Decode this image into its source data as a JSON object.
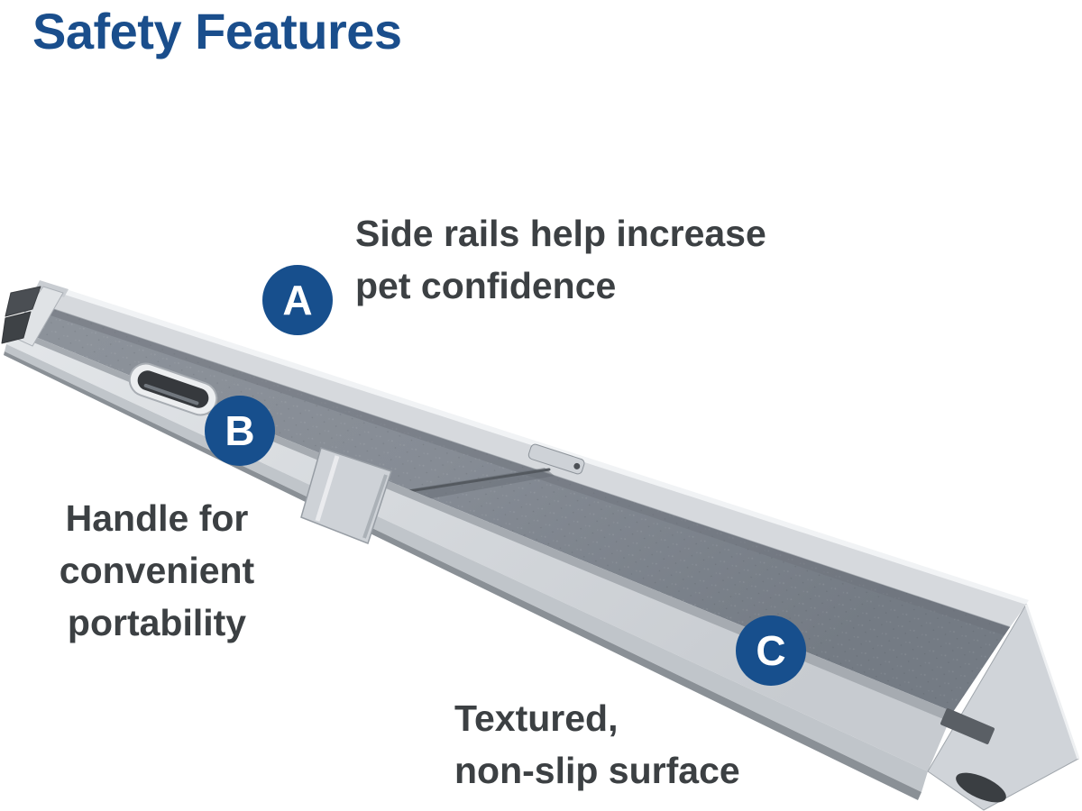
{
  "title": "Safety Features",
  "colors": {
    "accent_navy": "#174f8d",
    "title_blue": "#1a4e8c",
    "label_text": "#3c4043",
    "deck_gray": "#868c95",
    "rail_silver": "#d6d9dd",
    "background": "#ffffff"
  },
  "callouts": [
    {
      "label": "A",
      "lines": [
        "Side rails help increase",
        "pet confidence"
      ]
    },
    {
      "label": "B",
      "lines": [
        "Handle for",
        "convenient",
        "portability"
      ]
    },
    {
      "label": "C",
      "lines": [
        "Textured,",
        "non-slip surface"
      ]
    }
  ],
  "illustration": {
    "name": "telescoping-dog-ramp"
  }
}
